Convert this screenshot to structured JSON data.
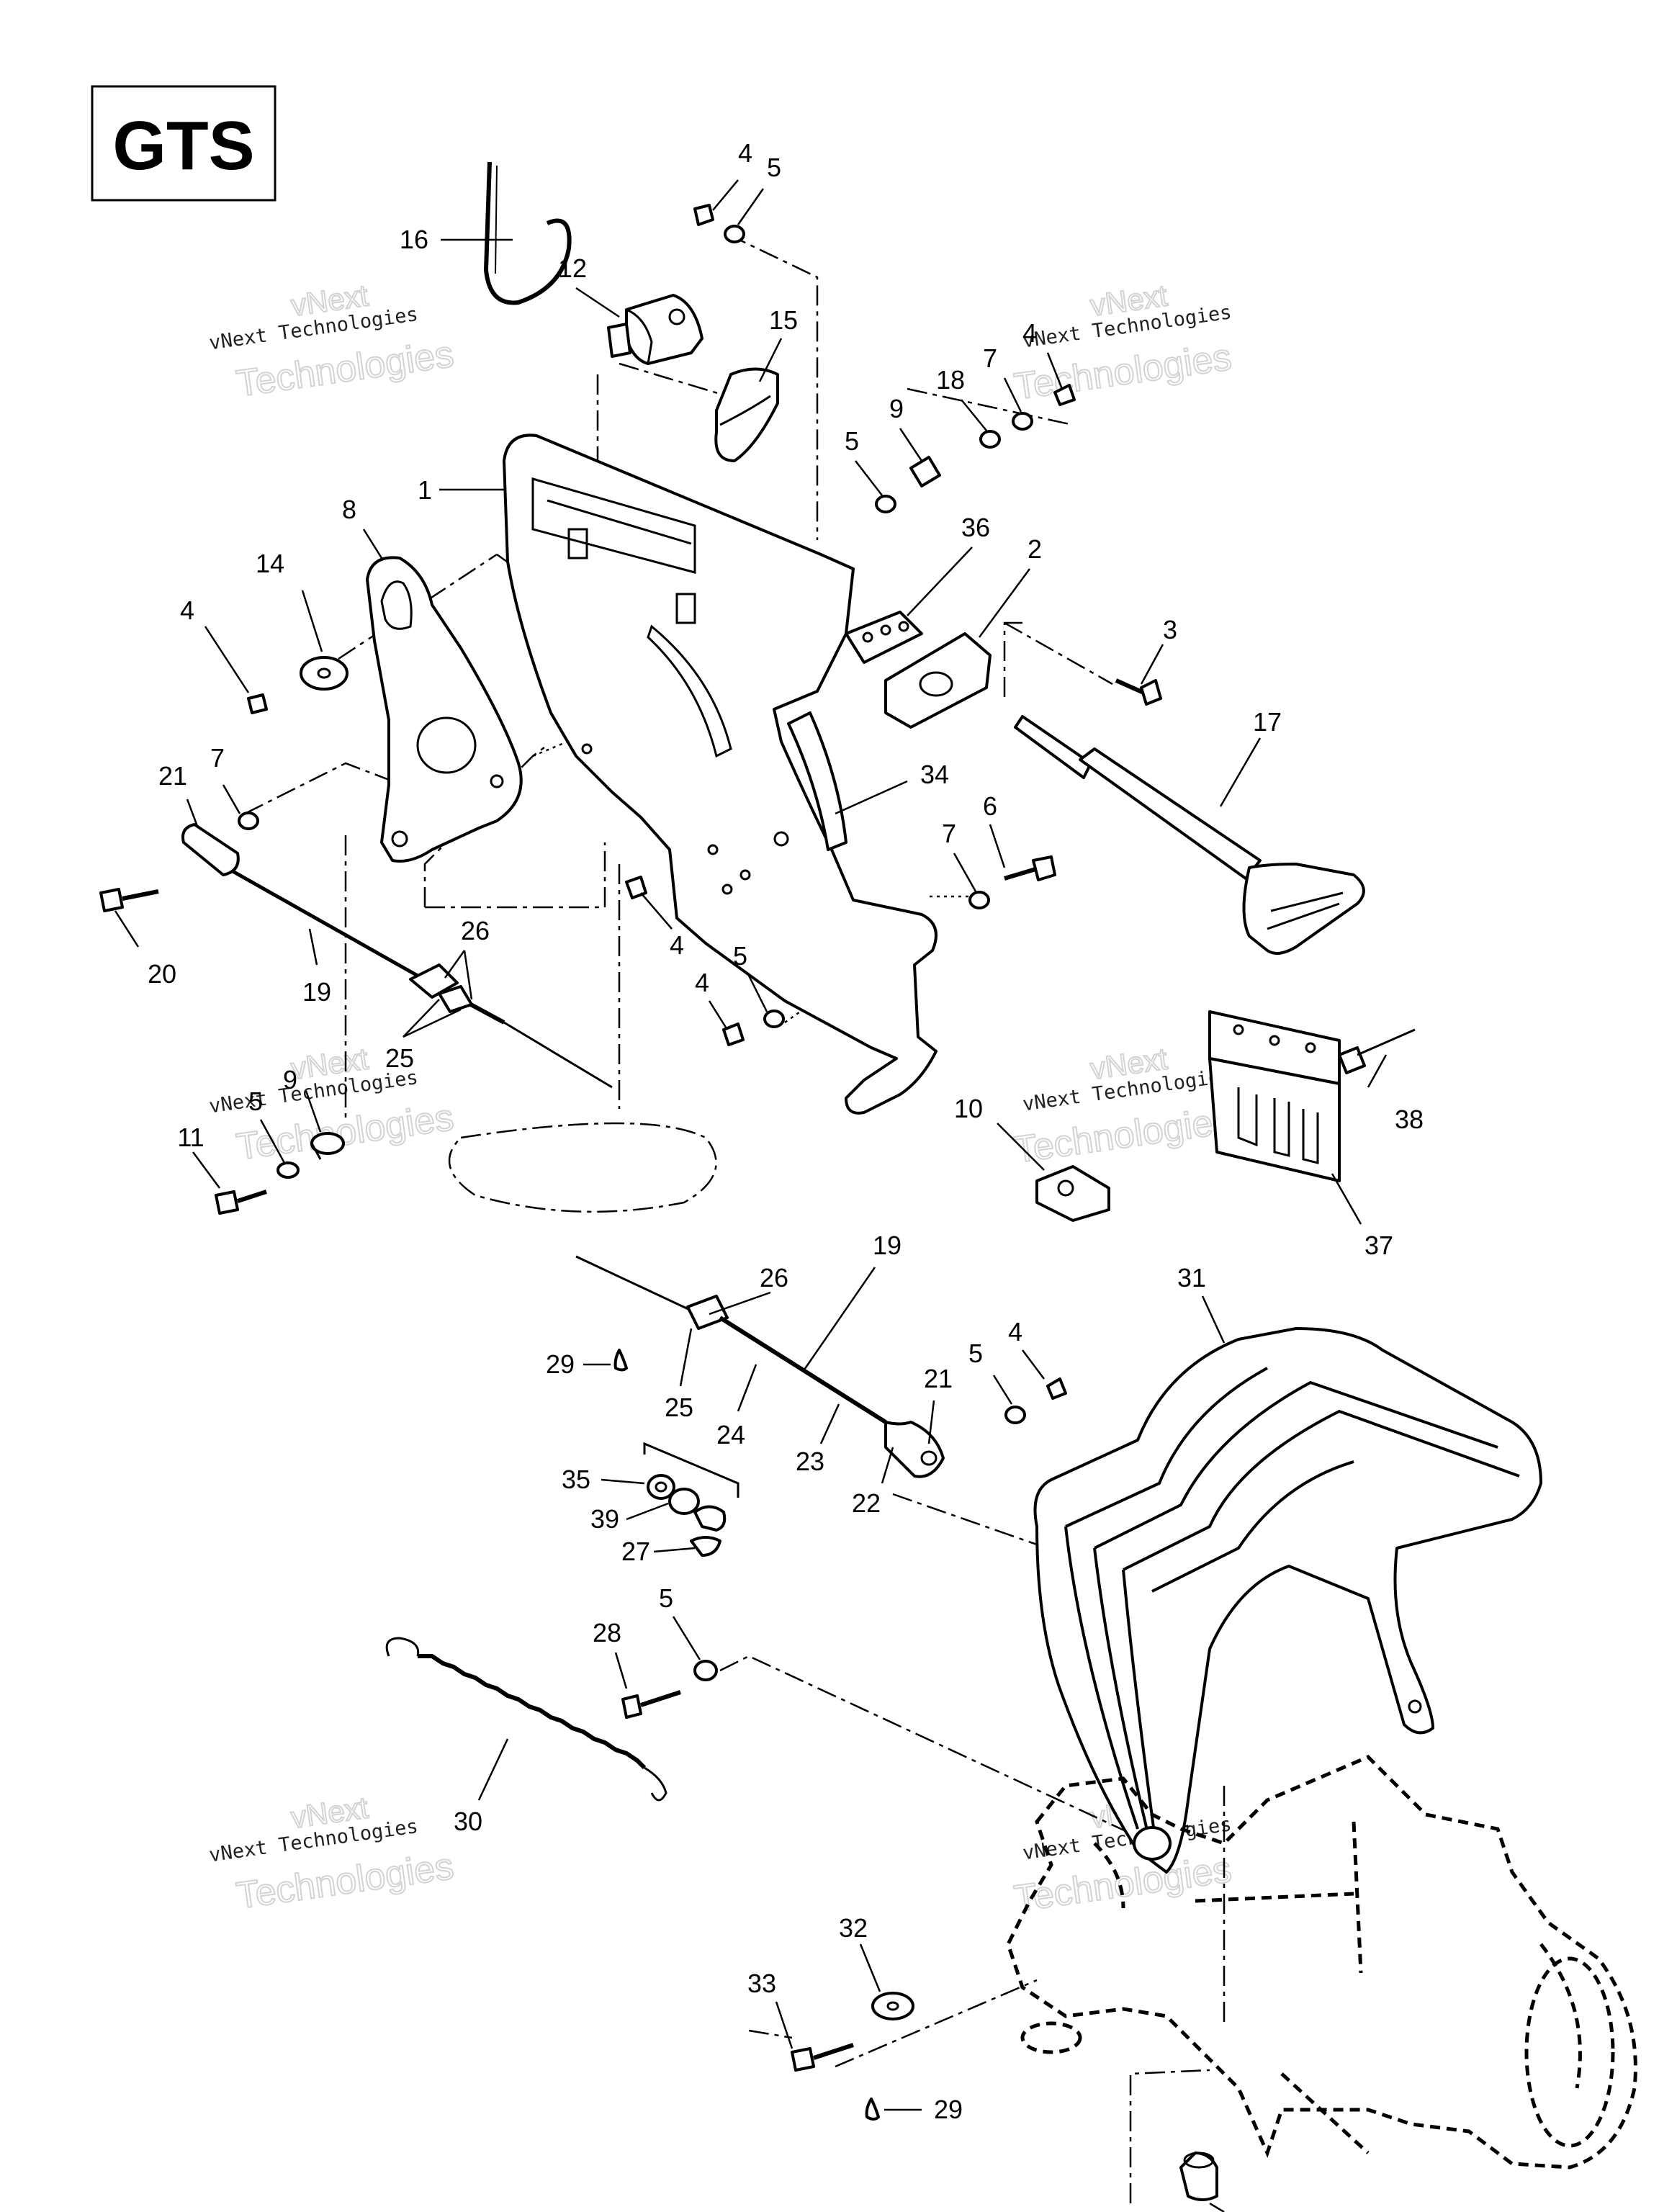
{
  "model_label": "GTS",
  "watermark": {
    "line1": "vNext",
    "line2": "vNext Technologies",
    "line3": "Technologies"
  },
  "callouts": [
    {
      "id": "c16",
      "text": "16"
    },
    {
      "id": "c12",
      "text": "12"
    },
    {
      "id": "c4a",
      "text": "4"
    },
    {
      "id": "c5a",
      "text": "5"
    },
    {
      "id": "c15",
      "text": "15"
    },
    {
      "id": "c4b",
      "text": "4"
    },
    {
      "id": "c7a",
      "text": "7"
    },
    {
      "id": "c18",
      "text": "18"
    },
    {
      "id": "c9a",
      "text": "9"
    },
    {
      "id": "c5b",
      "text": "5"
    },
    {
      "id": "c1",
      "text": "1"
    },
    {
      "id": "c8",
      "text": "8"
    },
    {
      "id": "c36",
      "text": "36"
    },
    {
      "id": "c2",
      "text": "2"
    },
    {
      "id": "c14",
      "text": "14"
    },
    {
      "id": "c4c",
      "text": "4"
    },
    {
      "id": "c3",
      "text": "3"
    },
    {
      "id": "c17",
      "text": "17"
    },
    {
      "id": "c34",
      "text": "34"
    },
    {
      "id": "c21a",
      "text": "21"
    },
    {
      "id": "c7b",
      "text": "7"
    },
    {
      "id": "c6",
      "text": "6"
    },
    {
      "id": "c7c",
      "text": "7"
    },
    {
      "id": "c26a",
      "text": "26"
    },
    {
      "id": "c20",
      "text": "20"
    },
    {
      "id": "c19a",
      "text": "19"
    },
    {
      "id": "c4d",
      "text": "4"
    },
    {
      "id": "c5c",
      "text": "5"
    },
    {
      "id": "c4e",
      "text": "4"
    },
    {
      "id": "c25a",
      "text": "25"
    },
    {
      "id": "c9b",
      "text": "9"
    },
    {
      "id": "c5d",
      "text": "5"
    },
    {
      "id": "c11",
      "text": "11"
    },
    {
      "id": "c10",
      "text": "10"
    },
    {
      "id": "c38",
      "text": "38"
    },
    {
      "id": "c37",
      "text": "37"
    },
    {
      "id": "c19b",
      "text": "19"
    },
    {
      "id": "c26b",
      "text": "26"
    },
    {
      "id": "c31",
      "text": "31"
    },
    {
      "id": "c29a",
      "text": "29"
    },
    {
      "id": "c25b",
      "text": "25"
    },
    {
      "id": "c24",
      "text": "24"
    },
    {
      "id": "c5e",
      "text": "5"
    },
    {
      "id": "c4f",
      "text": "4"
    },
    {
      "id": "c21b",
      "text": "21"
    },
    {
      "id": "c23",
      "text": "23"
    },
    {
      "id": "c22",
      "text": "22"
    },
    {
      "id": "c35",
      "text": "35"
    },
    {
      "id": "c39",
      "text": "39"
    },
    {
      "id": "c27",
      "text": "27"
    },
    {
      "id": "c28",
      "text": "28"
    },
    {
      "id": "c5f",
      "text": "5"
    },
    {
      "id": "c30",
      "text": "30"
    },
    {
      "id": "c32",
      "text": "32"
    },
    {
      "id": "c33",
      "text": "33"
    },
    {
      "id": "c29b",
      "text": "29"
    }
  ]
}
